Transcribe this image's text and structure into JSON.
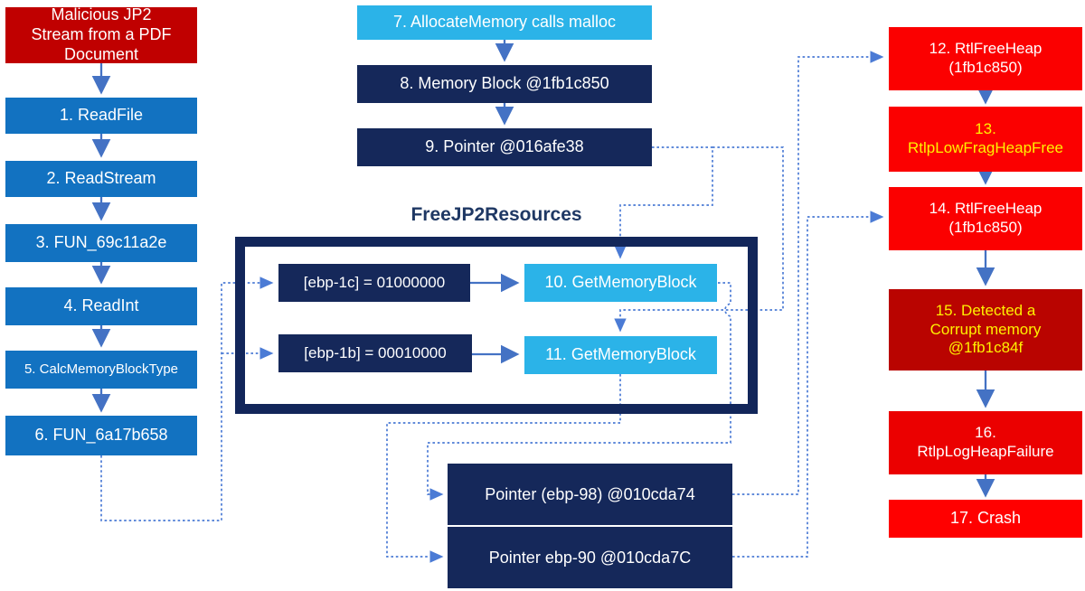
{
  "palette": {
    "process_blue": "#1272C1",
    "light_blue": "#2BB3E8",
    "navy": "#15285A",
    "bright_red": "#FB0000",
    "vivid_red": "#FF0000",
    "failure_red": "#EB0000",
    "dark_red": "#C00000",
    "corrupt_dark_red": "#B90400",
    "connector_blue": "#4472C4",
    "dashed_connector_blue": "#4B7BD5",
    "yellow_text": "#FFF100",
    "group_title_navy": "#1F3864"
  },
  "left_flow": {
    "source": "Malicious JP2 Stream from a PDF Document",
    "step1": "1. ReadFile",
    "step2": "2. ReadStream",
    "step3": "3. FUN_69c11a2e",
    "step4": "4. ReadInt",
    "step5": "5. CalcMemoryBlockType",
    "step6": "6. FUN_6a17b658"
  },
  "alloc_flow": {
    "step7": "7. AllocateMemory calls malloc",
    "step8": "8. Memory Block @1fb1c850",
    "step9": "9. Pointer @016afe38"
  },
  "free_group": {
    "title": "FreeJP2Resources",
    "ebp_1c": "[ebp-1c] = 01000000",
    "ebp_1b": "[ebp-1b] = 00010000",
    "step10": "10. GetMemoryBlock",
    "step11": "11. GetMemoryBlock"
  },
  "pointer_table": {
    "row1": "Pointer (ebp-98) @010cda74",
    "row2": "Pointer ebp-90 @010cda7C"
  },
  "crash_flow": {
    "step12": "12. RtlFreeHeap (1fb1c850)",
    "step13": "13. RtlpLowFragHeapFree",
    "step14": "14. RtlFreeHeap (1fb1c850)",
    "step15": "15. Detected a Corrupt memory @1fb1c84f",
    "step16": "16. RtlpLogHeapFailure",
    "step17": "17. Crash"
  }
}
